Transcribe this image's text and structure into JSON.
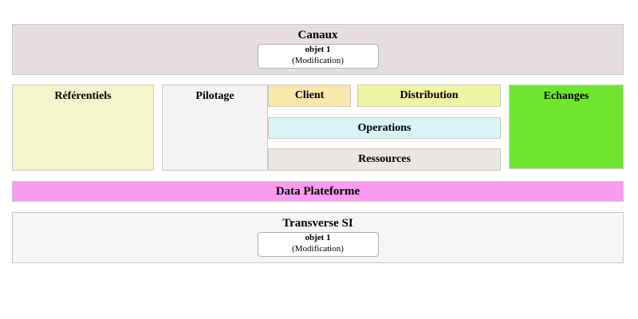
{
  "canvas": {
    "background": "#ffffff"
  },
  "colors": {
    "zone_border": "#c9c9c9",
    "object_border": "#b0b0b0",
    "text": "#000000",
    "canaux_bg": "#e6dede",
    "referentiels_bg": "#f5f5cd",
    "pilotage_bg": "#f4f4f4",
    "client_bg": "#fae7ac",
    "distribution_bg": "#eef6a3",
    "operations_bg": "#d9f4f7",
    "ressources_bg": "#ebe6e4",
    "echanges_bg": "#70e52f",
    "data_plateforme_bg": "#fa9cf0",
    "transverse_bg": "#f5f5f5"
  },
  "bands": {
    "canaux": {
      "label": "Canaux",
      "object": {
        "title": "objet 1",
        "subtitle": "(Modification)"
      }
    },
    "data_plateforme": {
      "label": "Data Plateforme"
    },
    "transverse_si": {
      "label": "Transverse SI",
      "object": {
        "title": "objet 1",
        "subtitle": "(Modification)"
      }
    }
  },
  "blocks": {
    "referentiels": {
      "label": "Référentiels"
    },
    "pilotage": {
      "label": "Pilotage"
    },
    "client": {
      "label": "Client"
    },
    "distribution": {
      "label": "Distribution"
    },
    "operations": {
      "label": "Operations"
    },
    "ressources": {
      "label": "Ressources"
    },
    "echanges": {
      "label": "Echanges"
    }
  }
}
